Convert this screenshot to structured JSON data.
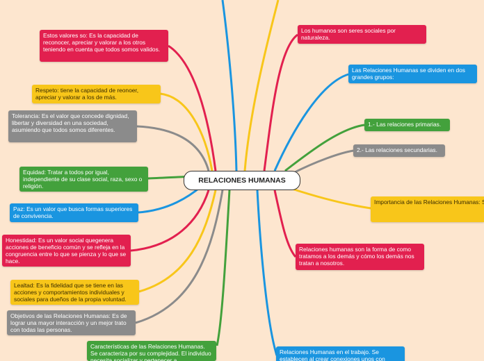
{
  "center": {
    "label": "RELACIONES HUMANAS"
  },
  "colors": {
    "red": "#e2204f",
    "yellow": "#f8c61a",
    "gray": "#8b8b8b",
    "green": "#43a13c",
    "blue": "#1a95e0",
    "background": "#fde6cf"
  },
  "left_nodes": [
    {
      "id": "valores",
      "color": "red",
      "text": "Estos valores so: Es la capacidad de reconocer, apreciar y valorar a los otros teniendo en cuenta que todos somos validos."
    },
    {
      "id": "respeto",
      "color": "yellow",
      "text": "Respeto: tiene la capacidad de reonoer, apreciar y valorar a los de más."
    },
    {
      "id": "tolerancia",
      "color": "gray",
      "text": "Tolerancia: Es el valor que concede dignidad, libertar y diversidad en una sociedad, asumiendo que todos somos diferentes."
    },
    {
      "id": "equidad",
      "color": "green",
      "text": "Equidad: Tratar a todos por igual, independiente de su clase social, raza, sexo o religión."
    },
    {
      "id": "paz",
      "color": "blue",
      "text": "Paz: Es un valor que busca formas superiores de convivencia."
    },
    {
      "id": "honestidad",
      "color": "red",
      "text": "Honestidad: Es un valor social quegenera acciones de beneficio común y se refleja en la congruencia entre lo que se pienza y lo que se hace."
    },
    {
      "id": "lealtad",
      "color": "yellow",
      "text": "Lealtad: Es la fidelidad que se tiene en las acciones y comportamientos individuales y sociales para dueños de la propia voluntad."
    },
    {
      "id": "objetivos",
      "color": "gray",
      "text": "Objetivos de las Relaciones Humanas: Es de lograr una mayor interacción y un mejor trato con todas las personas."
    },
    {
      "id": "caracteristicas",
      "color": "green",
      "text": "Características de las Relaciones Humanas. Se caracteriza por su complejidad. El individuo necesita socializar y pertenecer a"
    }
  ],
  "right_nodes": [
    {
      "id": "seres",
      "color": "red",
      "text": "Los humanos son seres sociales por naturaleza."
    },
    {
      "id": "dividen",
      "color": "blue",
      "text": "Las Relaciones Humanas se dividen en dos grandes grupos:"
    },
    {
      "id": "primarias",
      "color": "green",
      "text": "1.- Las relaciones primarias."
    },
    {
      "id": "secundarias",
      "color": "gray",
      "text": "2.- Las relaciones secundarias."
    },
    {
      "id": "importancia",
      "color": "yellow",
      "text": "Importancia de las Relaciones Humanas: Son tan importante para el desarrollo de la vida personal y profesional."
    },
    {
      "id": "forma",
      "color": "red",
      "text": "Relaciones humanas son la forma de como tratamos a los demás y cómo los demás nos tratan a nosotros."
    },
    {
      "id": "trabajo",
      "color": "blue",
      "text": "Relaciones Humanas en el trabajo. Se establecen al crear conexiones unos con"
    }
  ]
}
